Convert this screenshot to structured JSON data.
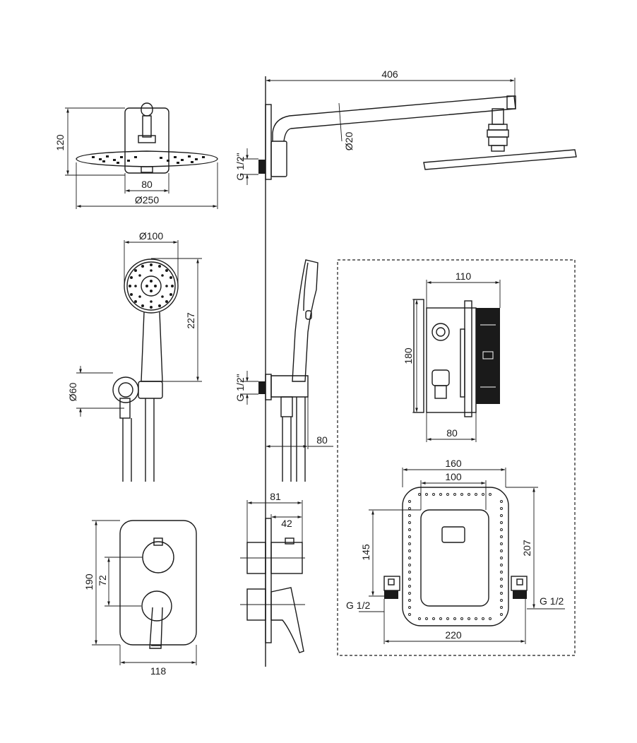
{
  "dimensions": {
    "rain_arm_length": "406",
    "arm_diameter": "Ø20",
    "head_height": "120",
    "wall_plate_width": "80",
    "head_diameter": "Ø250",
    "thread_top": "G 1/2\"",
    "hand_diameter": "Ø100",
    "hand_length": "227",
    "holder_diameter": "Ø60",
    "thread_mid": "G 1/2\"",
    "outlet_projection": "80",
    "box_width": "110",
    "box_height": "180",
    "box_depth": "80",
    "frame_outer": "160",
    "frame_inner": "100",
    "frame_height_left": "145",
    "frame_height_right": "207",
    "thread_left": "G 1/2",
    "thread_right": "G 1/2",
    "frame_bottom": "220",
    "plate_height": "190",
    "knob_spacing": "72",
    "plate_width": "118",
    "mixer_depth": "81",
    "mixer_knob": "42"
  }
}
